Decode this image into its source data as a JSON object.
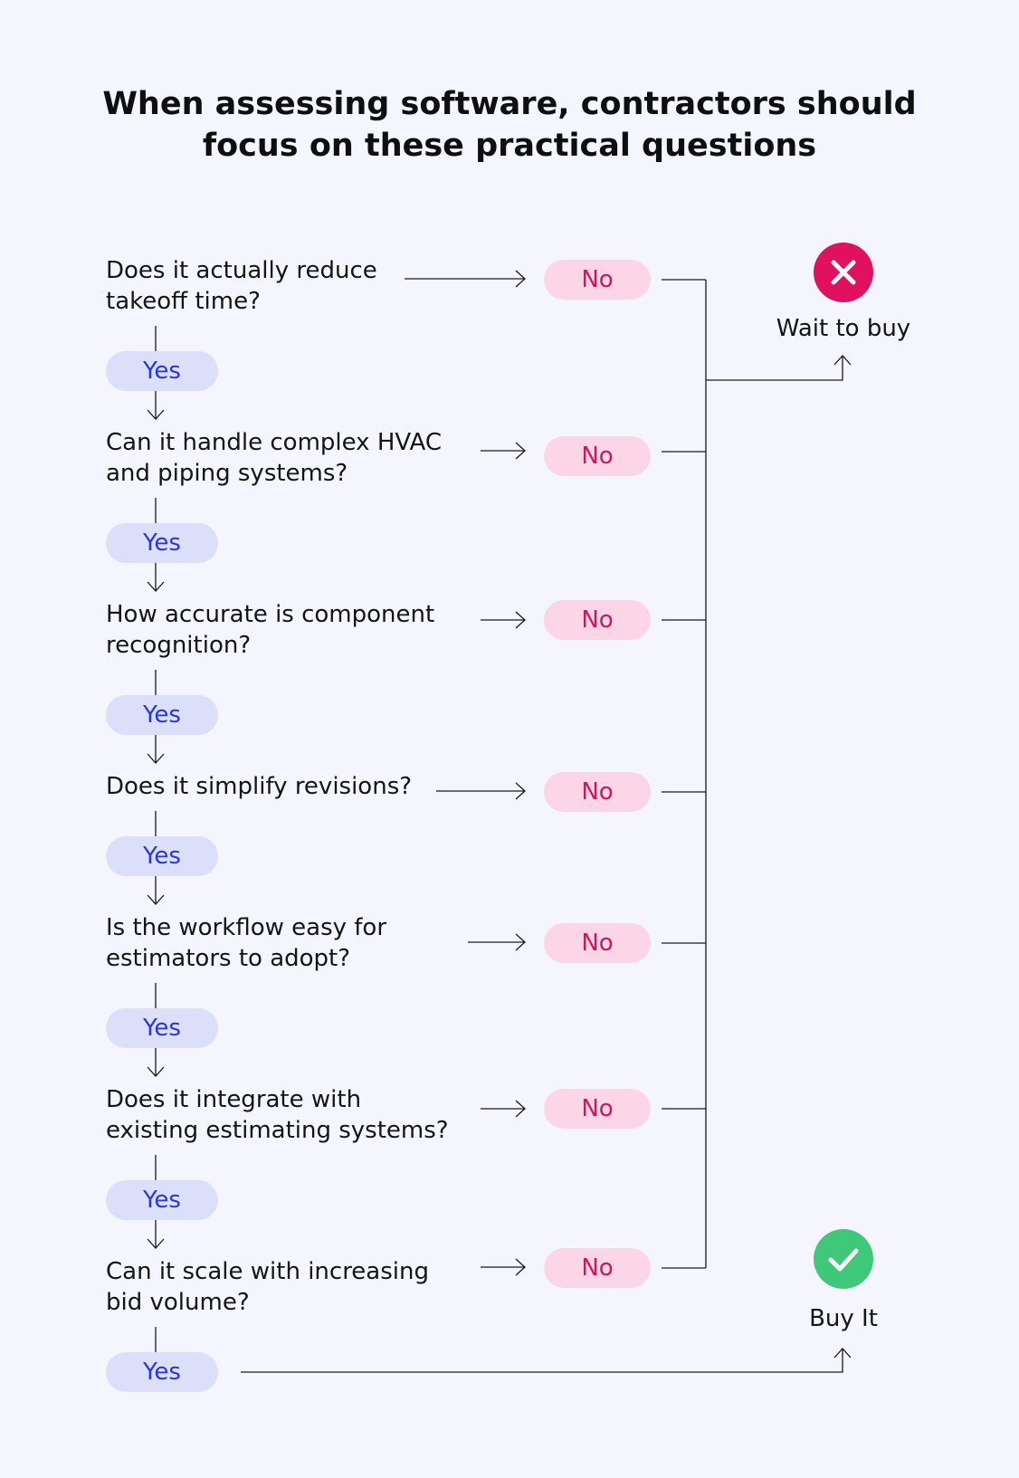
{
  "title": {
    "line1": "When assessing software, contractors should",
    "line2": "focus on these practical questions"
  },
  "questions": [
    {
      "line1": "Does it actually reduce",
      "line2": "takeoff time?"
    },
    {
      "line1": "Can it handle complex HVAC",
      "line2": "and piping systems?"
    },
    {
      "line1": "How accurate is component",
      "line2": "recognition?"
    },
    {
      "line1": "Does it simplify revisions?",
      "line2": ""
    },
    {
      "line1": "Is the workflow easy for",
      "line2": "estimators to adopt?"
    },
    {
      "line1": "Does it integrate with",
      "line2": "existing estimating systems?"
    },
    {
      "line1": "Can it scale with increasing",
      "line2": "bid volume?"
    }
  ],
  "yes_label": "Yes",
  "no_label": "No",
  "outcomes": {
    "wait": {
      "label": "Wait to buy",
      "icon": "x-circle-icon",
      "color": "#e0115f"
    },
    "buy": {
      "label": "Buy It",
      "icon": "check-circle-icon",
      "color": "#3fc77a"
    }
  },
  "colors": {
    "yes_bg": "#dcdff9",
    "yes_text": "#2a37d6",
    "no_bg": "#fcd6e6",
    "no_text": "#d4145f",
    "background": "#f5f5fd"
  }
}
